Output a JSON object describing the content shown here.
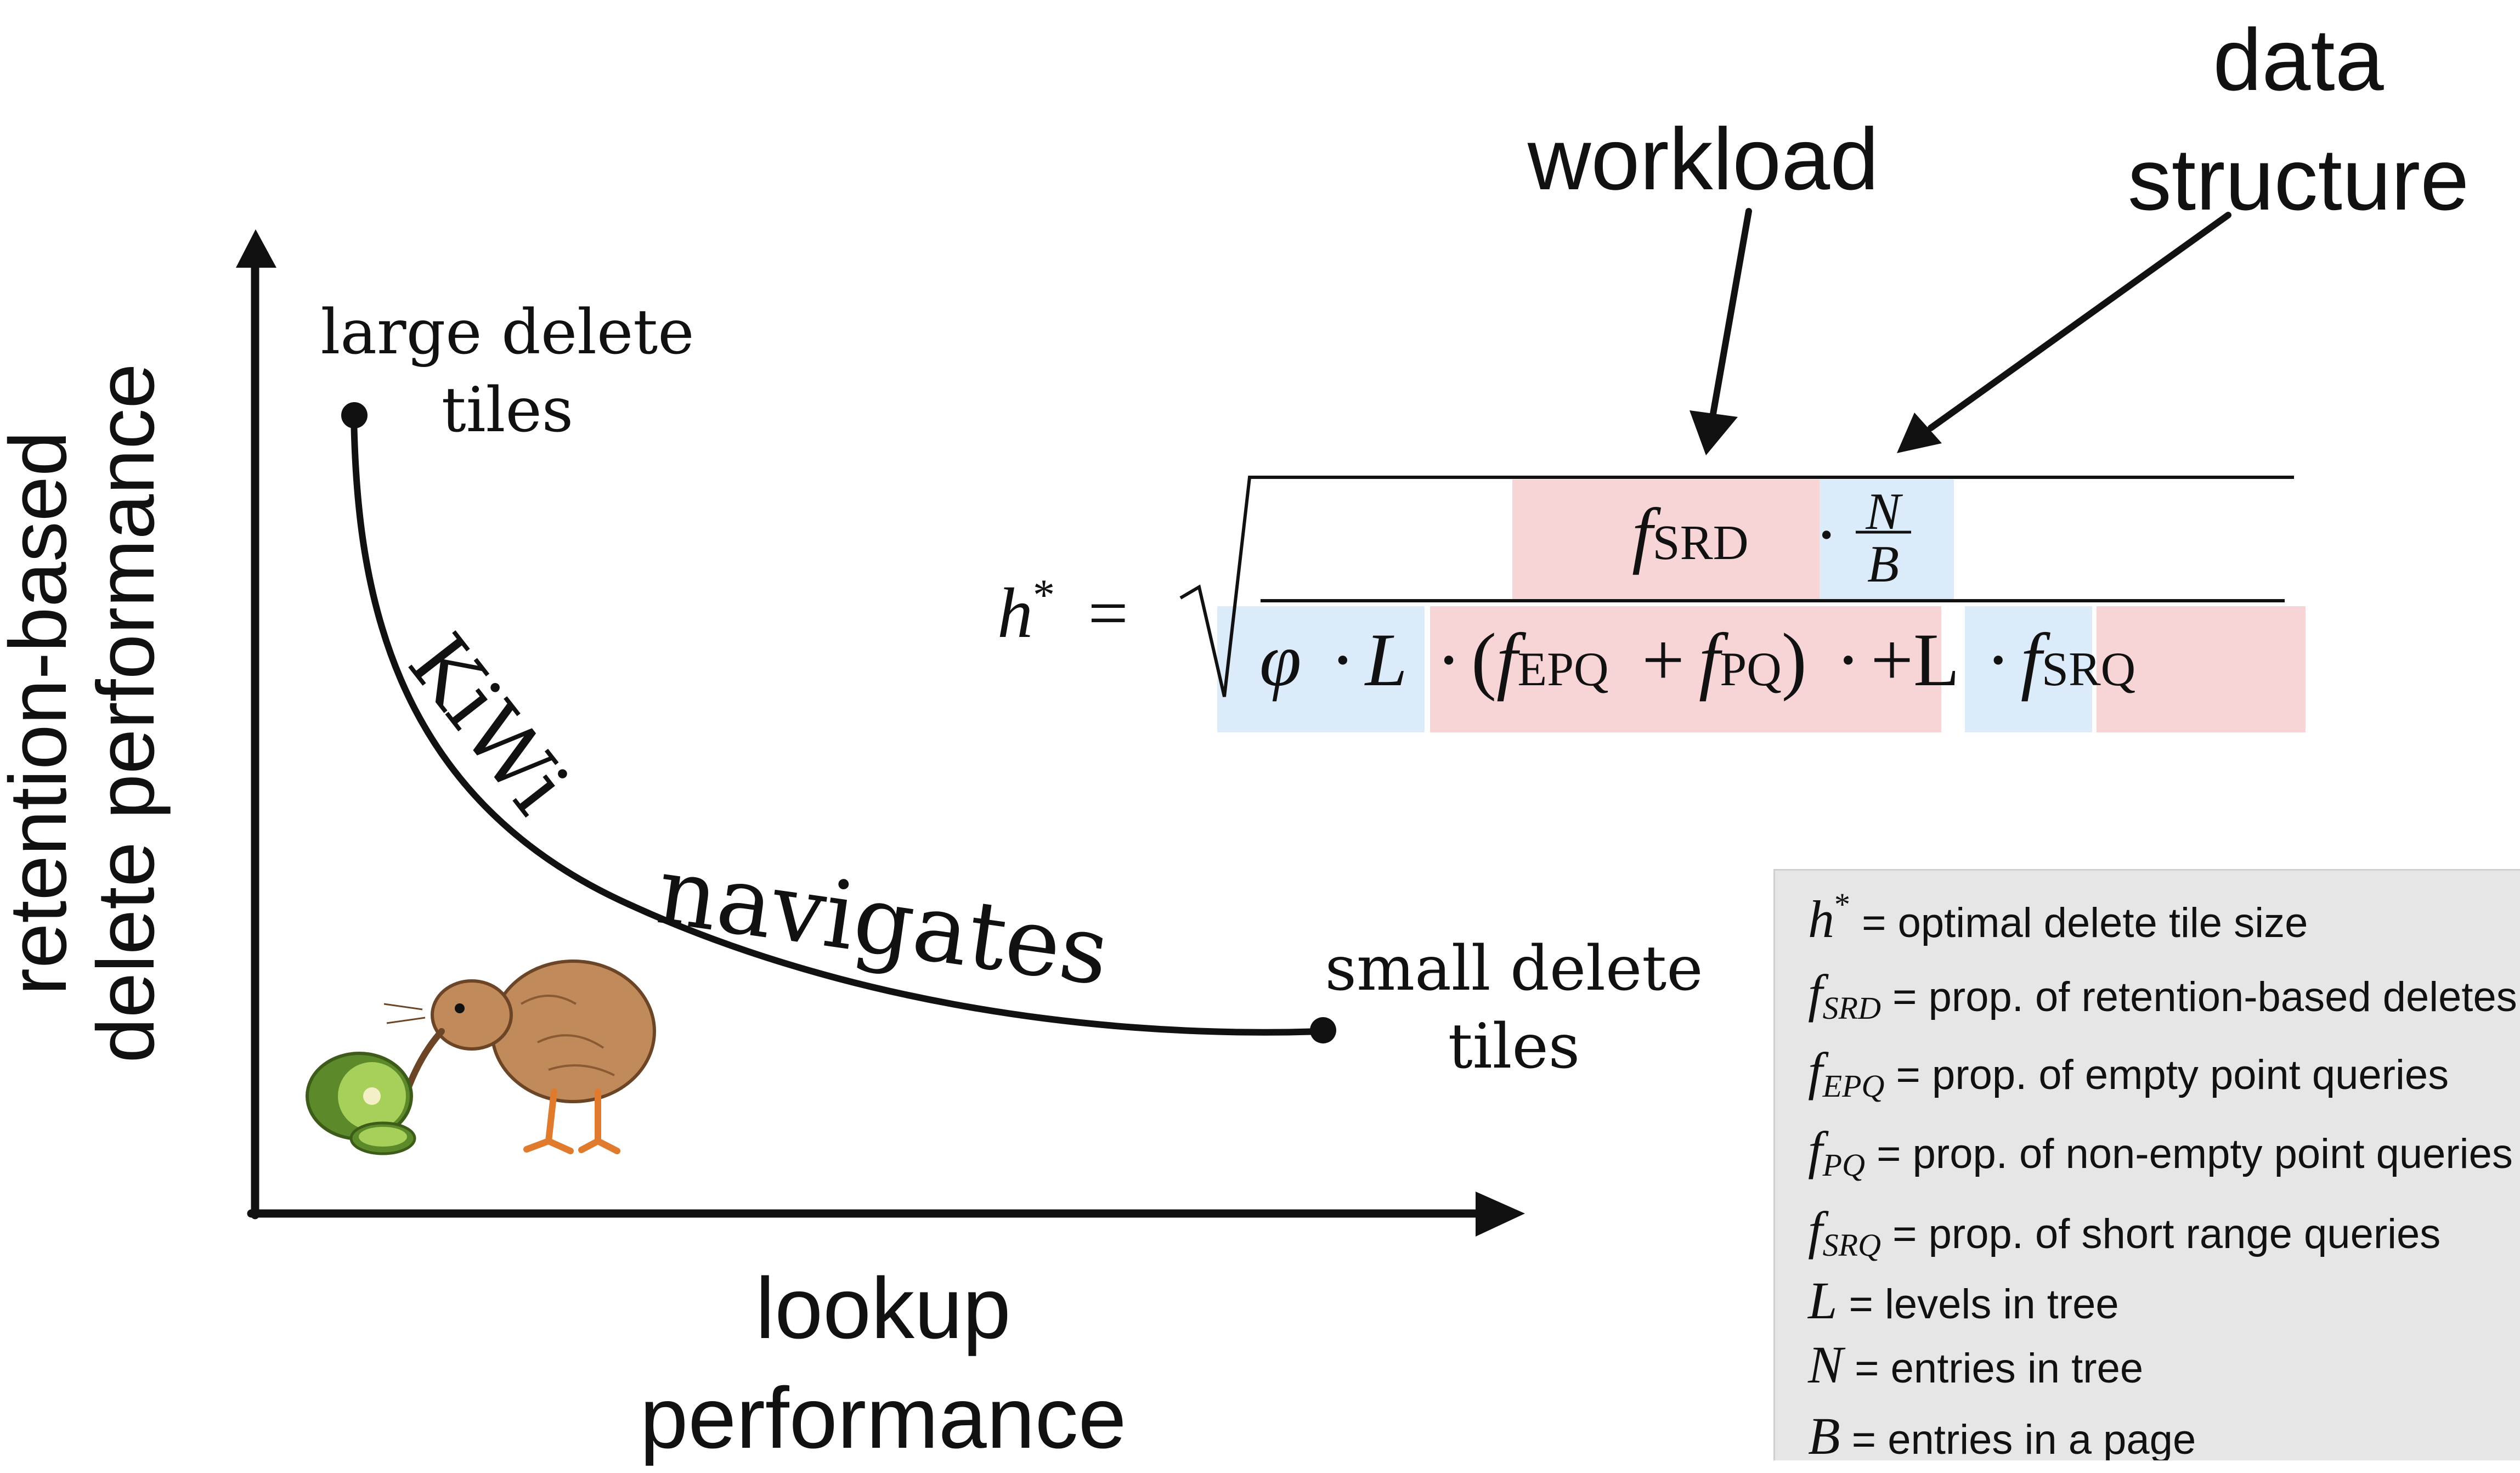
{
  "axes": {
    "y_label_line1": "retention-based",
    "y_label_line2": "delete performance",
    "x_label_line1": "lookup",
    "x_label_line2": "performance"
  },
  "curve": {
    "start_label_line1": "large delete",
    "start_label_line2": "tiles",
    "end_label_line1": "small delete",
    "end_label_line2": "tiles",
    "kiwi_text": "KiWi",
    "navigates_text": "navigates"
  },
  "pointers": {
    "workload": "workload",
    "data_line1": "data",
    "data_line2": "structure"
  },
  "formula": {
    "lhs_var": "h",
    "lhs_sup": "*",
    "equals": "=",
    "num_f": "f",
    "num_f_sub": "SRD",
    "dot": "·",
    "num_N": "N",
    "num_B": "B",
    "den_phi": "φ",
    "den_L": "L",
    "den_open": "(",
    "den_fEPQ": "f",
    "den_fEPQ_sub": "EPQ",
    "den_plus": "+",
    "den_fPQ": "f",
    "den_fPQ_sub": "PQ",
    "den_close": ")",
    "den_plusL": "+L",
    "den_fSRQ": "f",
    "den_fSRQ_sub": "SRQ"
  },
  "legend": [
    {
      "sym": "h",
      "sub": "",
      "sup": "*",
      "text": "= optimal delete tile size"
    },
    {
      "sym": "f",
      "sub": "SRD",
      "sup": "",
      "text": "= prop. of retention-based deletes"
    },
    {
      "sym": "f",
      "sub": "EPQ",
      "sup": "",
      "text": "= prop. of empty point queries"
    },
    {
      "sym": "f",
      "sub": "PQ",
      "sup": "",
      "text": "= prop. of non-empty point queries"
    },
    {
      "sym": "f",
      "sub": "SRQ",
      "sup": "",
      "text": "= prop. of short range queries"
    },
    {
      "sym": "L",
      "sub": "",
      "sup": "",
      "text": "= levels in tree"
    },
    {
      "sym": "N",
      "sub": "",
      "sup": "",
      "text": "= entries in tree"
    },
    {
      "sym": "B",
      "sub": "",
      "sup": "",
      "text": "= entries in a page"
    }
  ],
  "colors": {
    "workload_box": "#f7d4d6",
    "structure_box": "#dcebfa",
    "legend_bg": "#e6e6e6",
    "kiwi_body": "#c08a5b",
    "kiwi_fruit": "#7ab648"
  }
}
